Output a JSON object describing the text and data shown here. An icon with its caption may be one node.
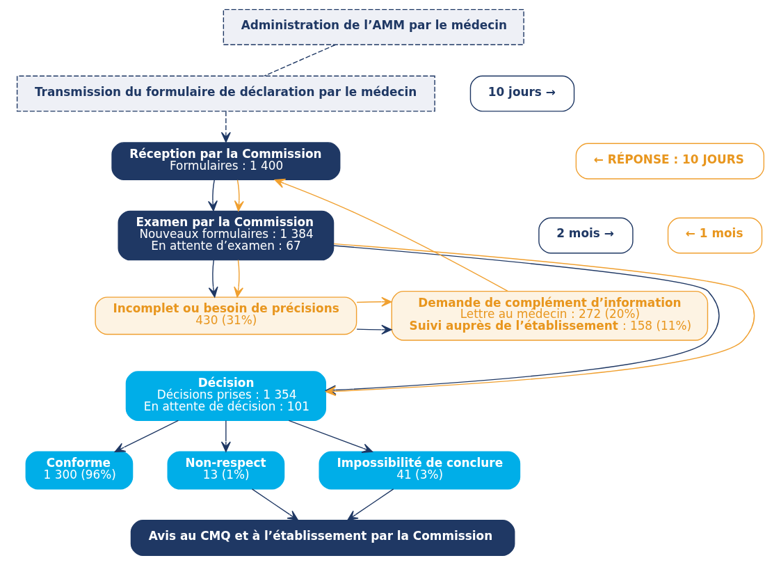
{
  "diagram": {
    "nodes": [
      {
        "text": [
          "Administration de l’AMM par le médecin"
        ]
      },
      {
        "text": [
          "Transmission du formulaire de déclaration par le médecin"
        ]
      },
      {
        "text": [
          "Réception par la Commission",
          "Formulaires : 1 400"
        ]
      },
      {
        "text": [
          "Examen par la Commission",
          "Nouveaux formulaires : 1 384",
          "En attente d’examen : 67"
        ]
      },
      {
        "text": [
          "Incomplet ou besoin de précisions",
          "430 (31%)"
        ]
      },
      {
        "text": [
          "Demande de complément d’information",
          "Lettre au médecin : 272 (20%)",
          "**Suivi auprès de l’établissement** : 158 (11%)"
        ]
      },
      {
        "text": [
          "Décision",
          "Décisions prises : 1 354",
          "En attente de décision : 101"
        ]
      },
      {
        "text": [
          "Conforme",
          "1 300 (96%)"
        ]
      },
      {
        "text": [
          "Non-respect",
          "13 (1%)"
        ]
      },
      {
        "text": [
          "Impossibilité de conclure",
          "41 (3%)"
        ]
      },
      {
        "text": [
          "Avis au CMQ et à l’établissement par la Commission"
        ]
      },
      {
        "text": [
          "10 jours →"
        ]
      },
      {
        "text": [
          "2 mois →"
        ]
      },
      {
        "text": [
          "← 1 mois"
        ]
      },
      {
        "text": [
          "← RÉPONSE : 10 JOURS"
        ]
      }
    ],
    "edges": [
      {
        "from": 0,
        "to": 1,
        "arrow": "none",
        "style": "dashed"
      },
      {
        "from": 1,
        "to": 2,
        "arrow": "to",
        "style": "dashed"
      },
      {
        "from": 2,
        "to": 3,
        "arrow": "to"
      },
      {
        "from": 2,
        "to": 3,
        "arrow": "to",
        "color": "#f0a030"
      },
      {
        "from": 3,
        "to": 4,
        "arrow": "to"
      },
      {
        "from": 3,
        "to": 4,
        "arrow": "to",
        "color": "#f0a030"
      },
      {
        "from": 3,
        "to": 6,
        "arrow": "to"
      },
      {
        "from": 3,
        "to": 6,
        "arrow": "to",
        "color": "#f0a030"
      },
      {
        "from": 4,
        "to": 5,
        "arrow": "to"
      },
      {
        "from": 4,
        "to": 5,
        "arrow": "to",
        "color": "#f0a030"
      },
      {
        "from": 5,
        "to": 2,
        "arrow": "to",
        "color": "#f0a030"
      },
      {
        "from": 6,
        "to": 7,
        "arrow": "to"
      },
      {
        "from": 6,
        "to": 8,
        "arrow": "to"
      },
      {
        "from": 6,
        "to": 9,
        "arrow": "to"
      },
      {
        "from": 8,
        "to": 10,
        "arrow": "to"
      },
      {
        "from": 9,
        "to": 10,
        "arrow": "to"
      }
    ]
  }
}
